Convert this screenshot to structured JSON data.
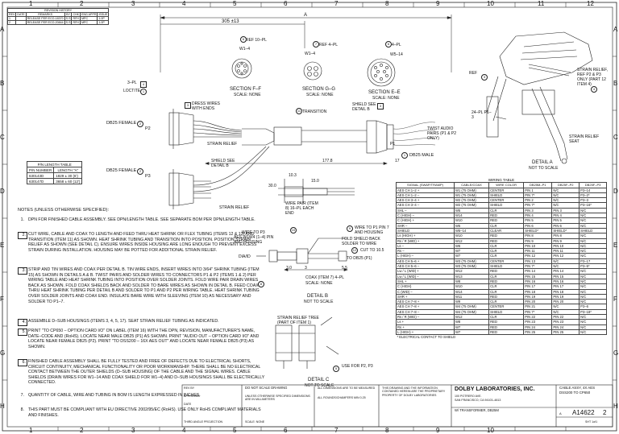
{
  "zones_top": [
    "1",
    "2",
    "3",
    "4",
    "5",
    "6",
    "7",
    "8",
    "9",
    "10",
    "11",
    "12"
  ],
  "zones_side": [
    "A",
    "B",
    "C",
    "D",
    "E",
    "F",
    "G",
    "H"
  ],
  "revision_history": {
    "title": "REVISION HISTORY",
    "headers": [
      "REV",
      "DATE",
      "REMARKS",
      "BY",
      "CHK",
      "ENG APPR",
      "ISSUE"
    ],
    "rows": [
      [
        "1",
        "",
        "RELEASE PER ECO-18370",
        "S.S",
        "RFH",
        "MPC",
        "1.0P"
      ],
      [
        "2",
        "",
        "RELEASE PER ECO-20844",
        "S.S",
        "RFH",
        "MPC",
        "1.0P"
      ]
    ]
  },
  "dimensions": {
    "overall": "A",
    "length": "305 ±13",
    "dim_177": "177.8",
    "dim_17": "17",
    "dim_30": "30.0",
    "dim_103": "10.3",
    "dim_150": "15.0",
    "dim_55": "5.5",
    "dim_3": "3",
    "dim_30b": "3.0"
  },
  "sections": {
    "f": {
      "title": "SECTION F–F",
      "scale": "SCALE: NONE"
    },
    "g": {
      "title": "SECTION G–G",
      "scale": "SCALE: NONE"
    },
    "e": {
      "title": "SECTION E–E",
      "scale": "SCALE: NONE"
    }
  },
  "details": {
    "a": {
      "title": "DETAIL A",
      "scale": "NOT TO SCALE"
    },
    "b": {
      "title": "DETAIL B",
      "scale": "NOT TO SCALE"
    },
    "c": {
      "title": "DETAIL C",
      "scale": "NOT TO SCALE"
    }
  },
  "callouts": {
    "ref10": "REF 10–PL",
    "w1_4": "W1–4",
    "ref4": "REF 4–PL",
    "w1_4b": "W1–4",
    "ref4b": "4–PL",
    "w5_14": "W5–14",
    "p3_3pl": "3–PL",
    "loctite": "LOCTITE",
    "dress": "DRESS WIRES WITH ENDS",
    "db25f": "DB25 FEMALE",
    "p2": "P2",
    "p3": "P3",
    "p1": "P1",
    "strain_relief": "STRAIN RELIEF",
    "shield_see_b": "SHIELD SEE DETAIL B",
    "transition": "TRANSITION",
    "shield_see_b2": "SHIELD SEE DETAIL B",
    "db25m": "DB25 MALE",
    "twist": "TWIST AUDIO PAIRS (P1 & P2 ONLY)",
    "strain_a": "STRAIN RELIEF, REF P2 & P3 ONLY (PART 12 ITEM 4)",
    "strain_seat": "STRAIN RELIEF SEAT",
    "ref_c": "REF",
    "p3_24": "24–PL P1–3",
    "wire_pair": "WIRE PAIR (ITEM 8) 16–PL EACH END",
    "wire_to_p3": "WIRE TO P3",
    "aes_w1_4": "AES W1W4 (1–4) PIN AND HOUSING",
    "wire_to_p1": "WIRE TO P1 PIN 7 AND HOUSING",
    "fold_shield": "FOLD SHIELD BACK SOLDER TO WIRE",
    "cut_to": "CUT TO 10.5",
    "coax": "COAX (ITEM 7) 4–PL",
    "coax_scale": "SCALE: NONE",
    "to_db25": "TO DB25 (P1)",
    "dia_ref": "DIA/ID",
    "strain_tree": "STRAIN RELIEF TREE (PART OF ITEM 1)",
    "use_for": "USE FOR P2, P3"
  },
  "part_table": {
    "title": "P/N LENGTH TABLE",
    "headers": [
      "P/N NUMBER",
      "LENGTH \"A\""
    ],
    "rows": [
      [
        "630143D",
        "1829 ± 30 (6')"
      ],
      [
        "630147D",
        "3658 ± 60 (12')"
      ]
    ]
  },
  "notes": {
    "header": "NOTES (UNLESS OTHERWISE SPECIFIED):",
    "items": [
      {
        "n": "1.",
        "text": "DPN FOR FINISHED CABLE ASSEMBLY. SEE DPN/LENGTH TABLE. SEE SEPARATE BOM PER DPN/LENGTH TABLE."
      },
      {
        "n": "2.",
        "text": "CUT WIRE, CABLE AND COAX TO LENGTH AND FEED THRU HEAT SHRINK OR FLEX TUBING (ITEMS 12 & 13) AND TRANSITION (ITEM 11) AS SHOWN. HEAT SHRINK TUBING AND TRANSITION INTO POSITION. POSITION STRAIN RELIEF AS SHOWN (SEE DETAIL C). ENSURE WIRES INSIDE HOUSING ARE LONG ENOUGH TO PREVENT EXCESS STRAIN DURING INSTALLATION. HOUSING MAY BE POTTED FOR ADDITIONAL STRAIN RELIEF."
      },
      {
        "n": "3.",
        "text": "STRIP AND TIN WIRES AND COAX PER DETAIL B. TIN WIRE ENDS, INSERT WIRES INTO 3/64\" SHRINK TUBING (ITEM 15) AS SHOWN IN DETAILS A & B. TWIST PAIRS AND SOLDER WIRES TO CONNECTORS P1 & P2 (ITEMS 1 & 2) PER WIRING TABLE AND HEAT SHRINK TUBING INTO POSITION OVER SOLDER JOINTS. FOLD WIRE PAIR DRAIN WIRES BACK AS SHOWN. FOLD COAX SHIELDS BACK AND SOLDER TO BARE WIRES AS SHOWN IN DETAIL B. FEED COAX THRU HEAT SHRINK TUBING PER DETAIL B AND SOLDER TO P1 AND P2 PER WIRING TABLE. HEAT SHRINK TUBING OVER SOLDER JOINTS AND COAX END. INSULATE BARE WIRE WITH SLEEVING (ITEM 10) AS NECESSARY AND SOLDER TO P1–7."
      },
      {
        "n": "4.",
        "text": "ASSEMBLE D–SUB HOUSINGS (ITEMS 3, 4, 5, 17). SEAT STRAIN RELIEF TUBING AS INDICATED."
      },
      {
        "n": "5.",
        "text": "PRINT \"TO CP650 – OPTION CARD I/O\" ON LABEL (ITEM 16) WITH THE DPN, REVISION, MANUFACTURER'S NAME, DATE–CODE AND (RoHS). LOCATE NEAR MALE DB25 (P1) AS SHOWN. PRINT \"AUDIO OUT – OPTION CARD I/O\" AND LOCATE NEAR FEMALE DB25 (P2). PRINT \"TO DSS200 – 16X AES OUT\" AND LOCATE NEAR FEMALE DB25 (P3) AS SHOWN."
      },
      {
        "n": "6.",
        "text": "FINISHED CABLE ASSEMBLY SHALL BE FULLY TESTED AND FREE OF DEFECTS DUE TO ELECTRICAL SHORTS, CIRCUIT CONTINUITY, MECHANICAL FUNCTIONALITY OR POOR WORKMANSHIP. THERE SHALL BE NO ELECTRICAL CONTACT BETWEEN THE OUTER SHIELDS (D–SUB HOUSING) OF THE CABLE AND THE SIGNAL WIRES. CABLE SHIELDS (DRAIN WIRES FOR W1–14 AND COAX SHIELD FOR W1–4) AND D–SUB HOUSINGS SHALL BE ELECTRICALLY CONNECTED."
      },
      {
        "n": "7.",
        "text": "QUANTITY OF CABLE, WIRE AND TUBING IN BOM IS LENGTH EXPRESSED IN INCHES."
      },
      {
        "n": "8.",
        "text": "THIS PART MUST BE COMPLIANT WITH EU DIRECTIVE 2002/95/EC (RoHS). USE ONLY RoHS COMPLIANT MATERIALS AND FINISHES."
      }
    ]
  },
  "wiring_table": {
    "title": "WIRING TABLE",
    "headers": [
      "SIGNAL (SWAP/TRAMP)",
      "CABLE/COAX",
      "WIRE COLOR",
      "DB25M–P1",
      "DB25F–P2",
      "DB25F–P3"
    ],
    "rows": [
      [
        "AES CH 1–2 +",
        "W1 (75 OHM)",
        "CENTER",
        "PIN 1",
        "N/C",
        "P3–14"
      ],
      [
        "AES CH 1–2 –",
        "W1 (75 OHM)",
        "SHIELD",
        "PIN 7*",
        "N/C",
        "P3–2*"
      ],
      [
        "AES CH 3–4 +",
        "W2 (75 OHM)",
        "CENTER",
        "PIN 2",
        "N/C",
        "P3–3"
      ],
      [
        "AES CH 3–4 –",
        "W2 (75 OHM)",
        "SHIELD",
        "PIN 7*",
        "N/C",
        "P3–16*"
      ],
      [
        "SHL –",
        "W5",
        "CLR",
        "PIN 3",
        "PIN 3",
        "N/C"
      ],
      [
        "C (HIGH) –",
        "W14",
        "RED",
        "PIN 4",
        "PIN 4",
        "N/C"
      ],
      [
        "C (HIGH) +",
        "W10",
        "RED",
        "PIN 5",
        "PIN 5",
        "N/C"
      ],
      [
        "SHR –",
        "W5",
        "CLR",
        "PIN 6",
        "PIN 6",
        "N/C"
      ],
      [
        "SHIELD",
        "W5–14",
        "CLEAR",
        "SHIELD*",
        "SHIELD*",
        "SHIELD"
      ],
      [
        "Ls (HIGH) +",
        "W10",
        "RED",
        "PIN 8",
        "PIN 8",
        "N/C"
      ],
      [
        "Rs / R (WID) +",
        "W12",
        "RED",
        "PIN 9",
        "PIN 9",
        "N/C"
      ],
      [
        "Ls –",
        "W6",
        "CLR",
        "PIN 10",
        "PIN 10",
        "N/C"
      ],
      [
        "Rs –",
        "W7",
        "CLR",
        "PIN 11",
        "PIN 11",
        "N/C"
      ],
      [
        "L (HIGH) –",
        "W7",
        "CLR",
        "PIN 12",
        "PIN 12",
        "N/C"
      ],
      [
        "AES CH 5–6 +",
        "W3 (75 OHM)",
        "CENTER",
        "PIN 13",
        "N/C",
        "P3–17"
      ],
      [
        "AES CH 5–6 –",
        "W3 (75 OHM)",
        "SHIELD",
        "PIN 7*",
        "N/C",
        "P3–5*"
      ],
      [
        "Lw / L (WID) +",
        "W12",
        "RED",
        "PIN 14",
        "PIN 14",
        "N/C"
      ],
      [
        "Lw / L (WID) –",
        "W13",
        "CLR",
        "PIN 15",
        "PIN 15",
        "N/C"
      ],
      [
        "SHL +",
        "W8",
        "RED",
        "PIN 16",
        "PIN 16",
        "N/C"
      ],
      [
        "C (HIGH)",
        "W10",
        "CLR",
        "PIN 17",
        "PIN 17",
        "N/C"
      ],
      [
        "C (WID) –",
        "W14",
        "CLR",
        "PIN 18",
        "PIN 18",
        "N/C"
      ],
      [
        "SHR +",
        "W11",
        "RED",
        "PIN 19",
        "PIN 19",
        "N/C"
      ],
      [
        "AES CH 7–8 +",
        "W9",
        "CLR",
        "PIN 20",
        "PIN 20",
        "N/C"
      ],
      [
        "AES CH 7–8 +",
        "W4 (75 OHM)",
        "CENTER",
        "PIN 21",
        "N/C",
        "P3–6"
      ],
      [
        "AES CH 7–8 –",
        "W4 (75 OHM)",
        "SHIELD",
        "PIN 7*",
        "N/C",
        "P3–18*"
      ],
      [
        "Rs / R (WID) –",
        "W12",
        "CLR",
        "PIN 22",
        "PIN 22",
        "N/C"
      ],
      [
        "Ls +",
        "W8",
        "RED",
        "PIN 23",
        "PIN 23",
        "N/C"
      ],
      [
        "Rs +",
        "W7",
        "RED",
        "PIN 24",
        "PIN 24",
        "N/C"
      ],
      [
        "L (HIGH) +",
        "W7",
        "RED",
        "PIN 25",
        "PIN 25",
        "N/C"
      ]
    ],
    "footnote": "* ELECTRICAL CONTACT TO SHIELD"
  },
  "title_block": {
    "company": "DOLBY LABORATORIES, INC.",
    "address1": "100 POTRERO AVE.",
    "address2": "SAN FRANCISCO, CA 94103–4813",
    "drawing_title": "CABLE ASSY, 4X AES",
    "drawing_title2": "DSS200 TO CP650",
    "drawing_title3": "W/ TRANSFORMER, DB25M",
    "dwg_no": "A14622",
    "rev": "2",
    "sheet": "SHT 1of1",
    "scale": "SCALE: NONE",
    "size": "A",
    "do_not_scale": "DO NOT SCALE DRAWING",
    "drawn_by": "REV BY",
    "third_angle": "THIRD ANGLE PROJECTION",
    "tolerances": "UNLESS OTHERWISE SPECIFIED DIMENSIONS ARE IN MILLIMETERS",
    "proprietary": "THIS DRAWING AND THE INFORMATION CONTAINED HEREIN ARE THE PROPRIETARY PROPERTY OF DOLBY LABORATORIES",
    "material": "ALL DIMENSIONS ARE TO BE MEASURED",
    "finish": "ALL ROUNDS/CHAMFERS MIN 0.25",
    "approved_label": "APPROVED",
    "date_label": "DATE"
  },
  "balloons": [
    "1",
    "2",
    "3",
    "4",
    "5",
    "6",
    "7",
    "8",
    "9",
    "10",
    "11",
    "12",
    "13",
    "14",
    "15",
    "16",
    "17"
  ]
}
